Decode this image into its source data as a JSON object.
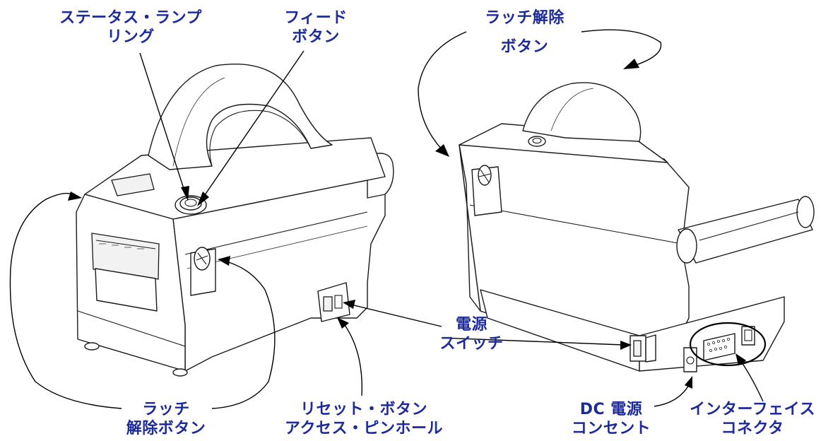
{
  "labels": {
    "status_ring": {
      "line1": "ステータス・ランプ",
      "line2": "リング"
    },
    "feed_button": {
      "line1": "フィード",
      "line2": "ボタン"
    },
    "latch_release_top": {
      "line1": "ラッチ解除",
      "line2": "ボタン"
    },
    "latch_release_left": {
      "line1": "ラッチ",
      "line2": "解除ボタン"
    },
    "reset_access": {
      "line1": "リセット・ボタン",
      "line2": "アクセス・ピンホール"
    },
    "power_switch": {
      "line1": "電源",
      "line2": "スイッチ"
    },
    "dc_power": {
      "line1": "DC 電源",
      "line2": "コンセント"
    },
    "interface": {
      "line1": "インターフェイス",
      "line2": "コネクタ"
    }
  },
  "colors": {
    "label": "#1d2b9a",
    "line": "#000000"
  }
}
